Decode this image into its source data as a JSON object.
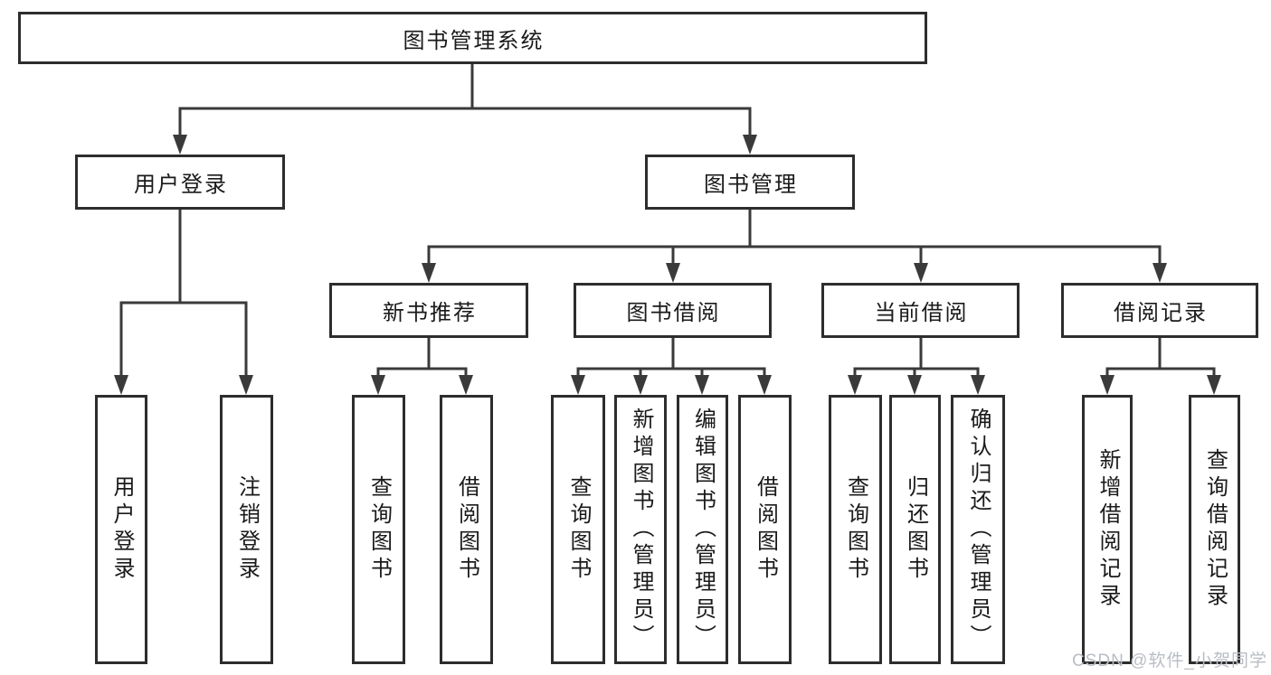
{
  "diagram": {
    "root": "图书管理系统",
    "level2": [
      "用户登录",
      "图书管理"
    ],
    "level3": [
      "新书推荐",
      "图书借阅",
      "当前借阅",
      "借阅记录"
    ],
    "leaves": [
      "用户登录",
      "注销登录",
      "查询图书",
      "借阅图书",
      "查询图书",
      "新增图书（管理员）",
      "编辑图书（管理员）",
      "借阅图书",
      "查询图书",
      "归还图书",
      "确认归还（管理员）",
      "新增借阅记录",
      "查询借阅记录"
    ]
  },
  "watermark": "CSDN @软件_小贺同学",
  "colors": {
    "line": "#3a3a3a",
    "box_border": "#2d2d2d",
    "text": "#1a1a1a",
    "watermark": "#b9bdc4",
    "background": "#ffffff"
  }
}
